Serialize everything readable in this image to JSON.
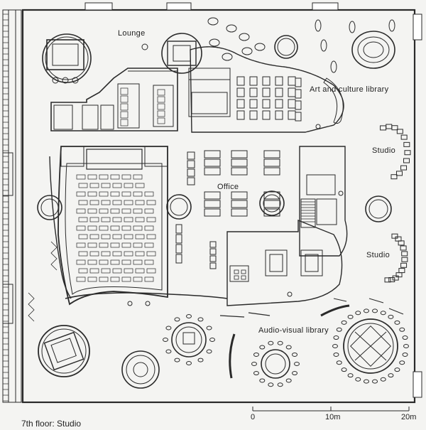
{
  "labels": {
    "lounge": "Lounge",
    "art_library": "Art and culture library",
    "studio_1": "Studio",
    "office": "Office",
    "studio_2": "Studio",
    "av_library": "Audio-visual library"
  },
  "caption": "7th floor: Studio",
  "scale": {
    "t0": "0",
    "t1": "10m",
    "t2": "20m"
  },
  "colors": {
    "ink": "#2a2a2a",
    "paper": "#f4f4f2"
  }
}
